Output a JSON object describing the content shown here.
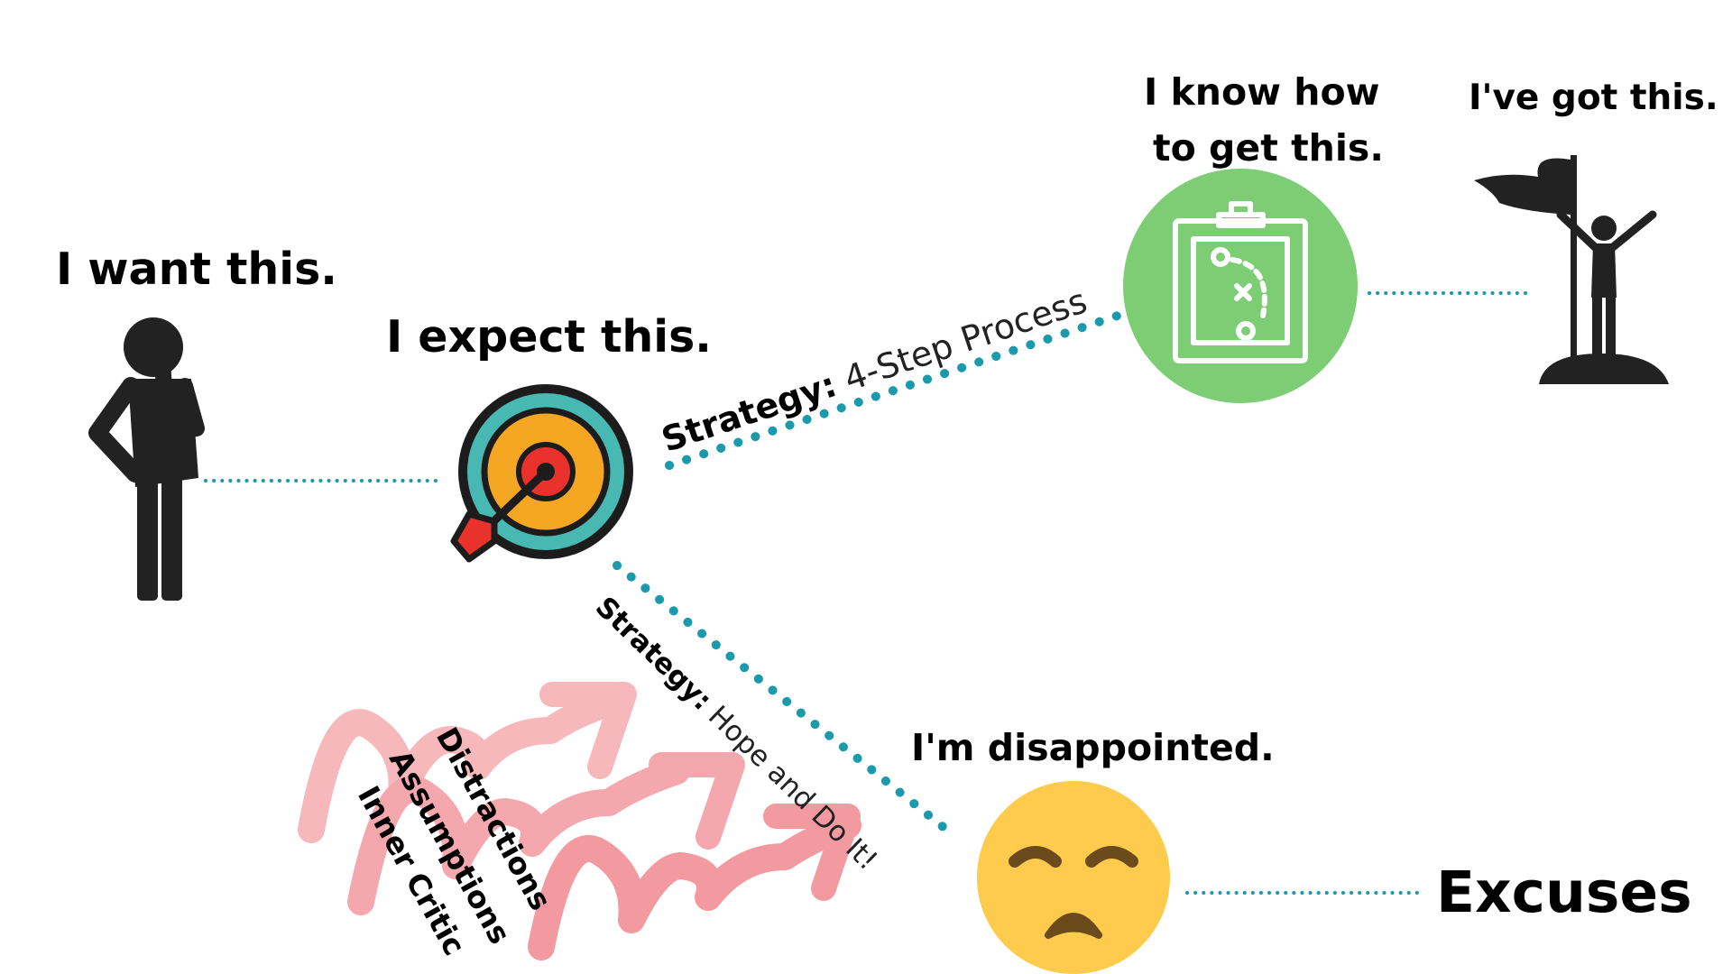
{
  "labels": {
    "want": "I want this.",
    "expect": "I expect this.",
    "know_line1": "I know how",
    "know_line2": "to get this.",
    "got": "I've got this.",
    "disappointed": "I'm disappointed.",
    "excuses": "Excuses"
  },
  "strategies": {
    "upper": {
      "prefix": "Strategy:",
      "text": " 4-Step Process"
    },
    "lower": {
      "prefix": "Strategy:",
      "text": " Hope and Do It!"
    }
  },
  "obstacles": [
    "Distractions",
    "Assumptions",
    "Inner Critic"
  ],
  "icons": [
    "thinking-person-icon",
    "target-dart-icon",
    "clipboard-strategy-icon",
    "summit-flag-person-icon",
    "disappointed-face-icon",
    "zigzag-arrow-icon"
  ],
  "colors": {
    "connector": "#1a9aaa",
    "target_teal": "#48b8b2",
    "target_orange": "#f5a623",
    "target_red": "#e8322b",
    "clipboard_green": "#7ccd73",
    "emoji_yellow": "#ffcb4c",
    "arrow_pink": "#f4a0a6"
  }
}
